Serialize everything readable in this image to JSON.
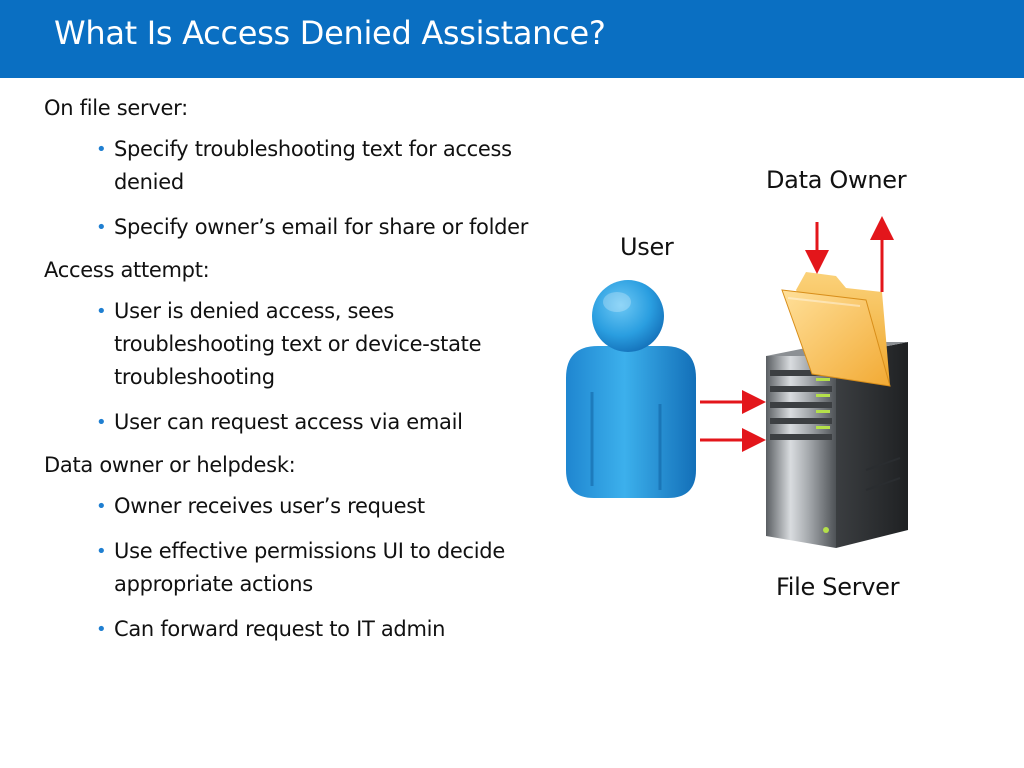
{
  "slide": {
    "title": "What Is Access Denied Assistance?"
  },
  "sections": [
    {
      "heading": "On file server:",
      "bullets": [
        "Specify troubleshooting text for access denied",
        "Specify owner’s email for share or folder"
      ]
    },
    {
      "heading": "Access attempt:",
      "bullets": [
        "User is denied access, sees troubleshooting text or device-state troubleshooting",
        "User can request access via email"
      ]
    },
    {
      "heading": "Data owner or helpdesk:",
      "bullets": [
        "Owner receives user’s request",
        "Use effective permissions UI to decide appropriate actions",
        "Can forward request to IT admin"
      ]
    }
  ],
  "diagram": {
    "labels": {
      "data_owner": "Data Owner",
      "user": "User",
      "file_server": "File Server"
    },
    "icons": [
      "user-icon",
      "folder-icon",
      "server-icon"
    ],
    "colors": {
      "arrow": "#e3161b",
      "user_figure": "#2a9ee0",
      "folder": "#f7b73a",
      "server_indicator": "#b4e04a"
    }
  },
  "theme": {
    "title_bar": "#0a6fc2",
    "bullet": "#1f7fd1"
  }
}
